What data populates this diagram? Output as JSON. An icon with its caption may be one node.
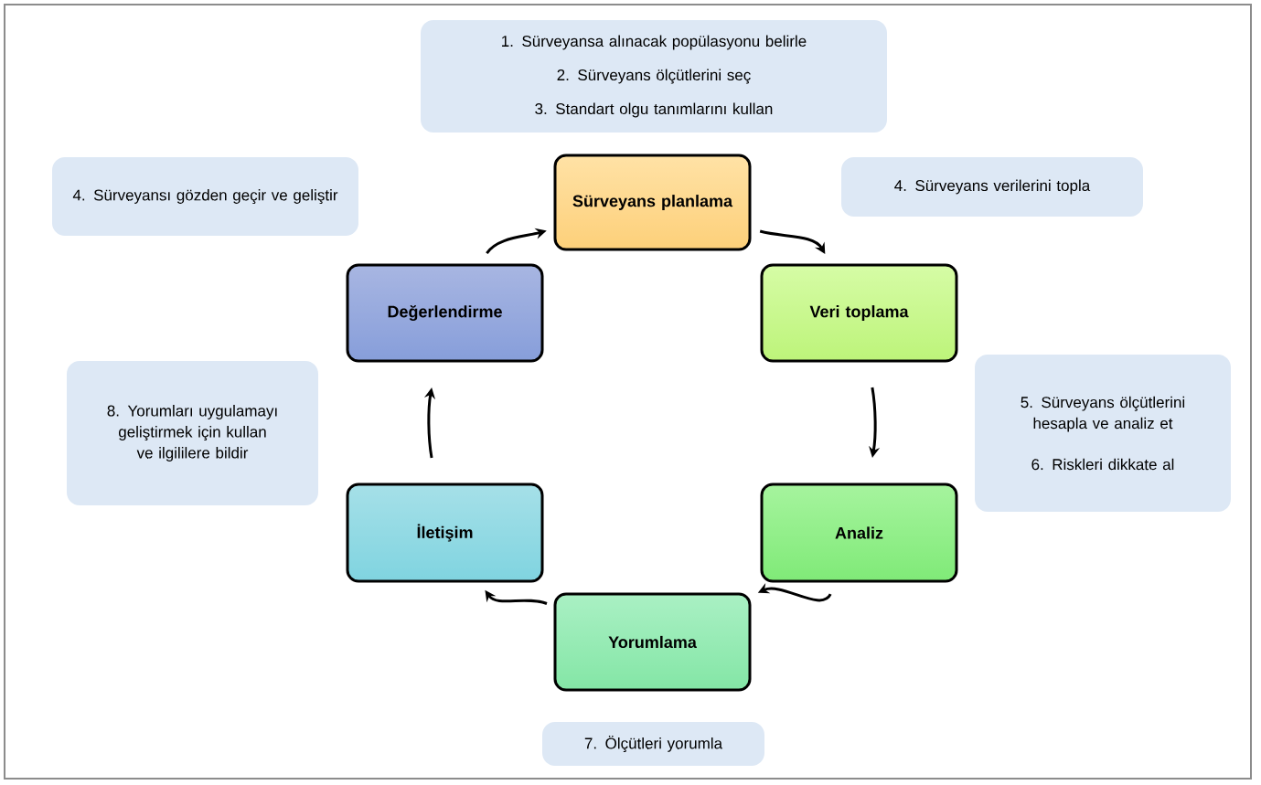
{
  "diagram": {
    "nodes": [
      {
        "text": [
          "1. Sürveyansa alınacak popülasyonu belirle",
          "2. Sürveyans ölçütlerini seç",
          "3. Standart olgu tanımlarını kullan"
        ]
      },
      {
        "text": [
          "4.  Sürveyansı gözden geçir ve geliştir"
        ]
      },
      {
        "text": [
          "Sürveyans planlama"
        ]
      },
      {
        "text": [
          "4.  Sürveyans verilerini topla"
        ]
      },
      {
        "text": [
          "Değerlendirme"
        ]
      },
      {
        "text": [
          "Veri toplama"
        ]
      },
      {
        "text": [
          "5. Sürveyans ölçütlerini hesapla ve analiz et",
          "6. Riskleri dikkate al"
        ]
      },
      {
        "text": [
          "8. Yorumları uygulamayı geliştirmek için kullan ve ilgililere bildir"
        ]
      },
      {
        "text": [
          "İletişim"
        ]
      },
      {
        "text": [
          "Analiz"
        ]
      },
      {
        "text": [
          "Yorumlama"
        ]
      },
      {
        "text": [
          "7. Ölçütleri yorumla"
        ]
      }
    ],
    "edges": [
      {
        "from": 2,
        "to": 5,
        "arrow": "to"
      },
      {
        "from": 5,
        "to": 9,
        "arrow": "to"
      },
      {
        "from": 9,
        "to": 10,
        "arrow": "to"
      },
      {
        "from": 10,
        "to": 8,
        "arrow": "to"
      },
      {
        "from": 8,
        "to": 4,
        "arrow": "to"
      },
      {
        "from": 4,
        "to": 2,
        "arrow": "to"
      }
    ]
  }
}
